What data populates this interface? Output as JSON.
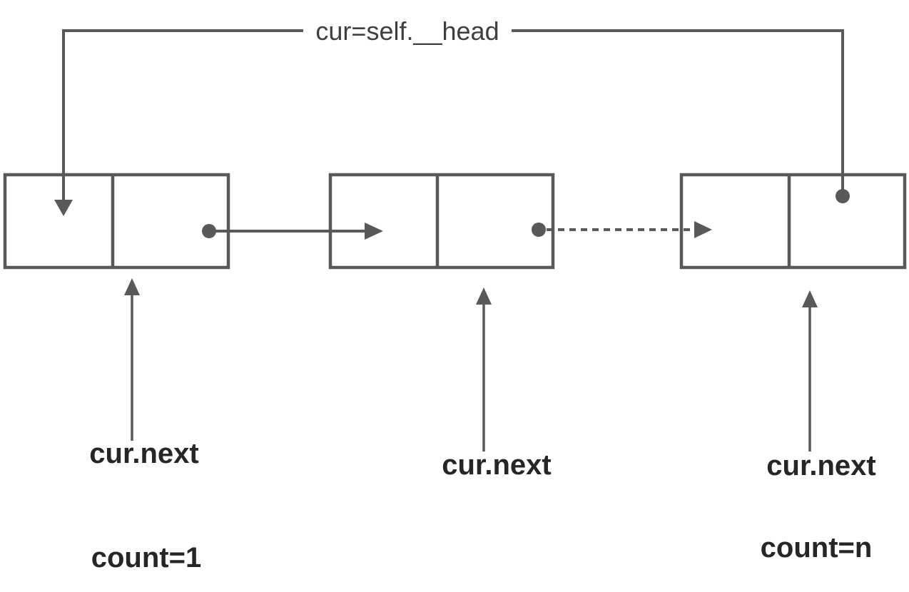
{
  "diagram": {
    "labels": {
      "head": "cur=self.__head",
      "cur_next_1": "cur.next",
      "cur_next_2": "cur.next",
      "cur_next_3": "cur.next",
      "count_first": "count=1",
      "count_last": "count=n"
    },
    "colors": {
      "background": "#ffffff",
      "line": "#595959",
      "head_text": "#3f3f3f",
      "label_text": "#262626"
    }
  }
}
